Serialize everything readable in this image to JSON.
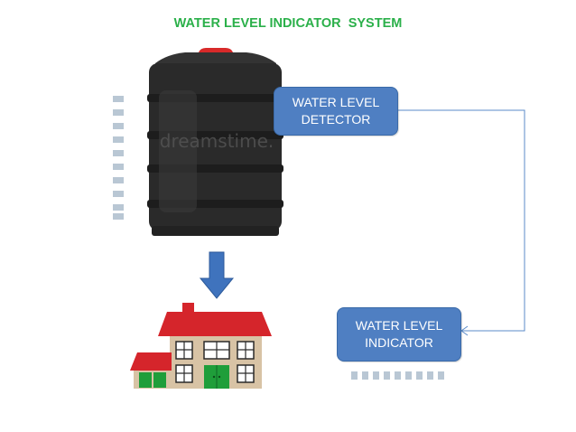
{
  "title": "WATER LEVEL INDICATOR  SYSTEM",
  "detector": {
    "line1": "WATER LEVEL",
    "line2": "DETECTOR"
  },
  "indicator": {
    "line1": "WATER LEVEL",
    "line2": "INDICATOR"
  },
  "watermark": "dreamstime.",
  "colors": {
    "title": "#2bb04a",
    "box_fill": "#4f7fc2",
    "connector": "#5b8bc9",
    "tank": "#2a2a2a",
    "tank_cap": "#d82a2a",
    "level_dashes": "#b9c7d4",
    "arrow": "#3f73bd",
    "house_wall": "#d8c3a5",
    "house_roof": "#d5252b",
    "house_door": "#1f9e3a"
  },
  "icons": [
    "water-tank-icon",
    "down-arrow-icon",
    "house-icon",
    "level-scale-icon"
  ]
}
